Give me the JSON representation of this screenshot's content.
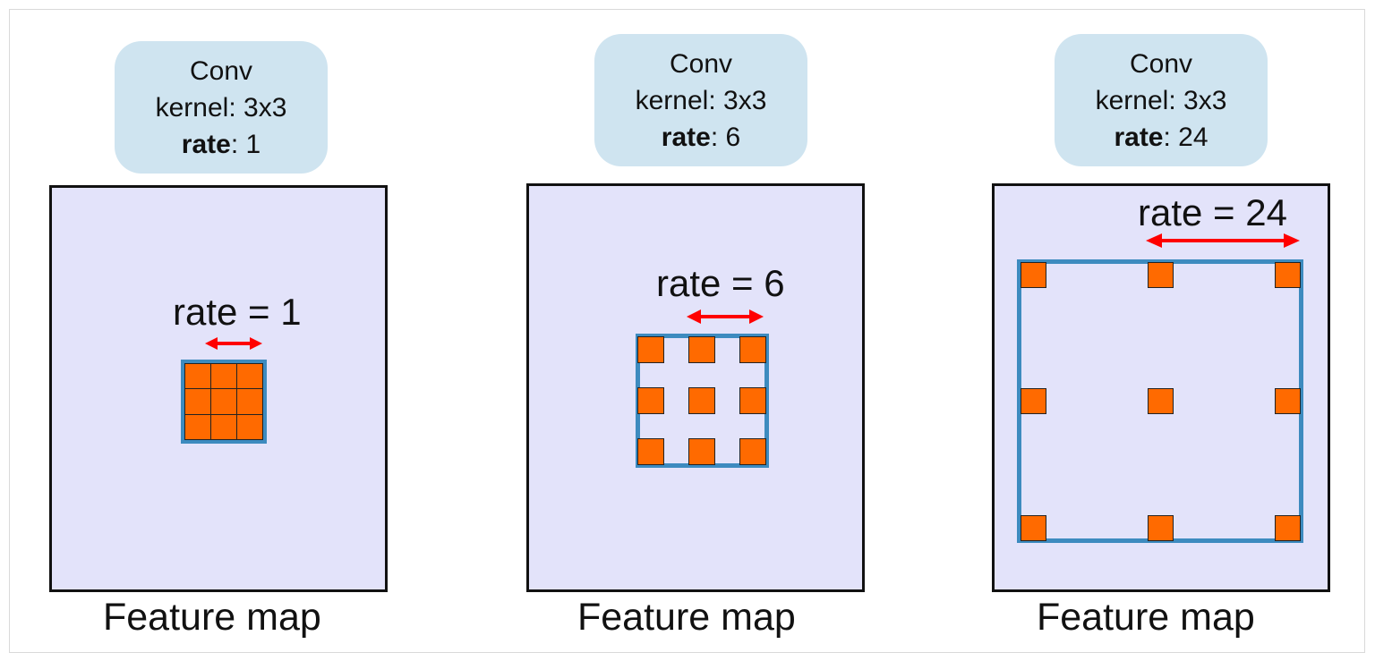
{
  "panels": [
    {
      "title": "Conv",
      "kernel_label": "kernel: 3x3",
      "rate_key": "rate",
      "rate_value": ": 1",
      "rate_annotation": "rate = 1",
      "caption": "Feature map"
    },
    {
      "title": "Conv",
      "kernel_label": "kernel: 3x3",
      "rate_key": "rate",
      "rate_value": ": 6",
      "rate_annotation": "rate = 6",
      "caption": "Feature map"
    },
    {
      "title": "Conv",
      "kernel_label": "kernel: 3x3",
      "rate_key": "rate",
      "rate_value": ": 24",
      "rate_annotation": "rate = 24",
      "caption": "Feature map"
    }
  ],
  "colors": {
    "bubble": "#cfe4f0",
    "feature_map": "#e3e3fa",
    "filter_outline": "#3d8bbf",
    "kernel_tap": "#ff6a00",
    "arrow": "#ff0000"
  }
}
